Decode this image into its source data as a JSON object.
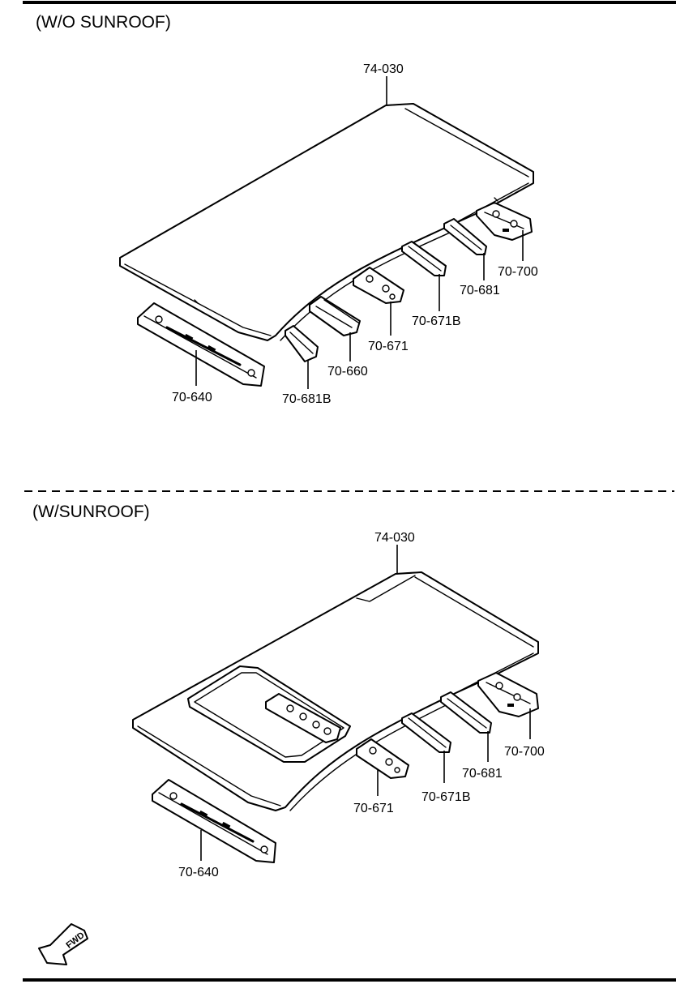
{
  "sections": {
    "without_sunroof": {
      "title": "(W/O SUNROOF)",
      "labels": {
        "roof_panel": "74-030",
        "rear_header": "70-700",
        "bow_681": "70-681",
        "bow_671b": "70-671B",
        "bow_671": "70-671",
        "bow_660": "70-660",
        "bow_681b": "70-681B",
        "front_header": "70-640"
      }
    },
    "with_sunroof": {
      "title": "(W/SUNROOF)",
      "labels": {
        "roof_panel": "74-030",
        "rear_header": "70-700",
        "bow_681": "70-681",
        "bow_671b": "70-671B",
        "bow_671": "70-671",
        "front_header": "70-640"
      }
    }
  },
  "fwd_indicator": {
    "text": "FWD",
    "icon": "forward-arrow-icon"
  }
}
